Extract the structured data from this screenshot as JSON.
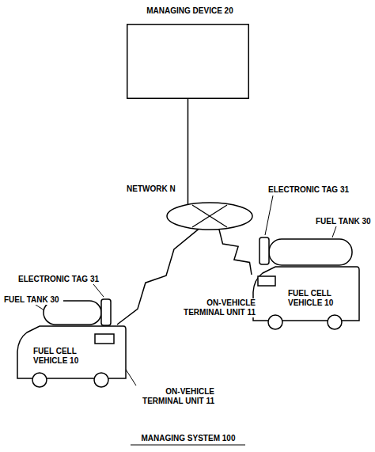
{
  "diagram": {
    "caption": "MANAGING SYSTEM 100",
    "nodes": [
      {
        "text": [
          "MANAGING DEVICE 20"
        ]
      },
      {
        "text": [
          "NETWORK N"
        ]
      },
      {
        "text": [
          "FUEL CELL VEHICLE 10"
        ]
      },
      {
        "text": [
          "FUEL CELL VEHICLE 10"
        ]
      }
    ],
    "edges": [
      {
        "from": 0,
        "to": 1,
        "arrow": "none"
      },
      {
        "from": 1,
        "to": 2,
        "arrow": "none"
      },
      {
        "from": 1,
        "to": 3,
        "arrow": "none"
      }
    ],
    "labels": [
      "ELECTRONIC TAG 31",
      "FUEL TANK 30",
      "ON-VEHICLE TERMINAL UNIT 11",
      "ELECTRONIC TAG 31",
      "FUEL TANK 30",
      "ON-VEHICLE TERMINAL UNIT 11"
    ]
  }
}
